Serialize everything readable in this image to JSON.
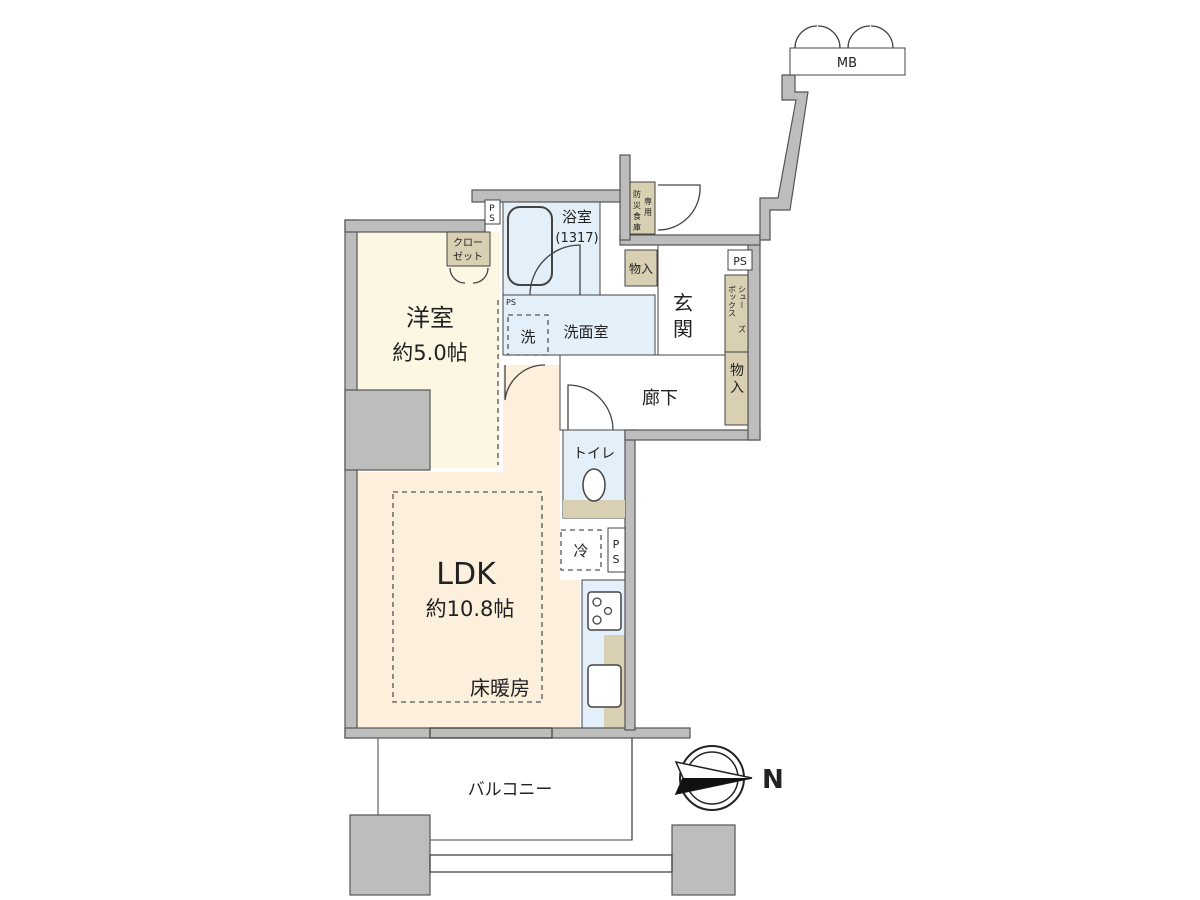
{
  "colors": {
    "wall": "#bdbdbd",
    "western_room": "#fbf7e3",
    "ldk": "#fcefdc",
    "wet_area": "#e4f0f9",
    "storage": "#d9cfb2"
  },
  "rooms": {
    "western": {
      "name": "洋室",
      "area": "約5.0帖"
    },
    "closet": {
      "line1": "クロー",
      "line2": "ゼット"
    },
    "ldk": {
      "name": "LDK",
      "area": "約10.8帖",
      "floor_heating": "床暖房"
    },
    "bath": {
      "name": "浴室",
      "size": "(1317)"
    },
    "washroom": {
      "name": "洗面室",
      "washer": "洗"
    },
    "entrance": {
      "line1": "玄",
      "line2": "関"
    },
    "hallway": {
      "name": "廊下"
    },
    "toilet": {
      "name": "トイレ"
    },
    "fridge": {
      "name": "冷"
    },
    "storage_small": {
      "name": "物入"
    },
    "storage_hall": {
      "line1": "物",
      "line2": "入"
    },
    "shoe_box": {
      "line1": "シュー",
      "line2": "ズ",
      "line3": "ボックス"
    },
    "disaster_storage": {
      "line1": "防",
      "line2": "災",
      "line3": "食",
      "line4": "庫",
      "line5": "専",
      "line6": "用"
    },
    "balcony": {
      "name": "バルコニー"
    },
    "meter_box": {
      "name": "MB"
    },
    "ps_labels": {
      "ps": "PS",
      "p": "P",
      "s": "S"
    }
  },
  "compass": {
    "label": "N",
    "icon": "north-arrow-icon"
  }
}
